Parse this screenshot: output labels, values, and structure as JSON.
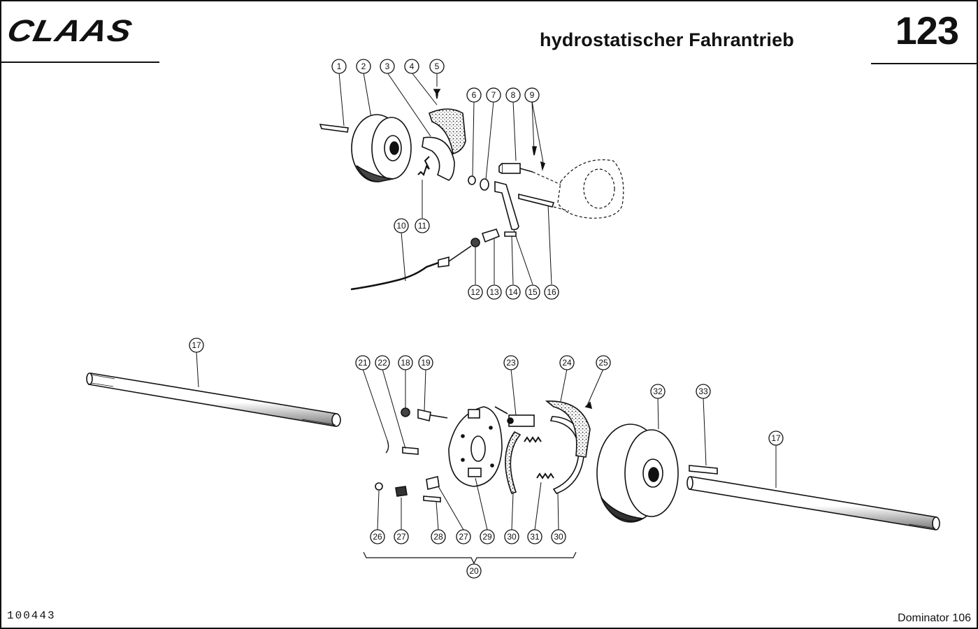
{
  "header": {
    "brand": "CLAAS",
    "title": "hydrostatischer Fahrantrieb",
    "page_number": "123"
  },
  "footer": {
    "document_number": "100443",
    "model": "Dominator 106"
  },
  "callouts": [
    "1",
    "2",
    "3",
    "4",
    "5",
    "6",
    "7",
    "8",
    "9",
    "10",
    "11",
    "12",
    "13",
    "14",
    "15",
    "16",
    "17",
    "21",
    "22",
    "18",
    "19",
    "23",
    "24",
    "25",
    "32",
    "33",
    "17",
    "26",
    "27",
    "28",
    "27",
    "29",
    "30",
    "31",
    "30",
    "20"
  ]
}
